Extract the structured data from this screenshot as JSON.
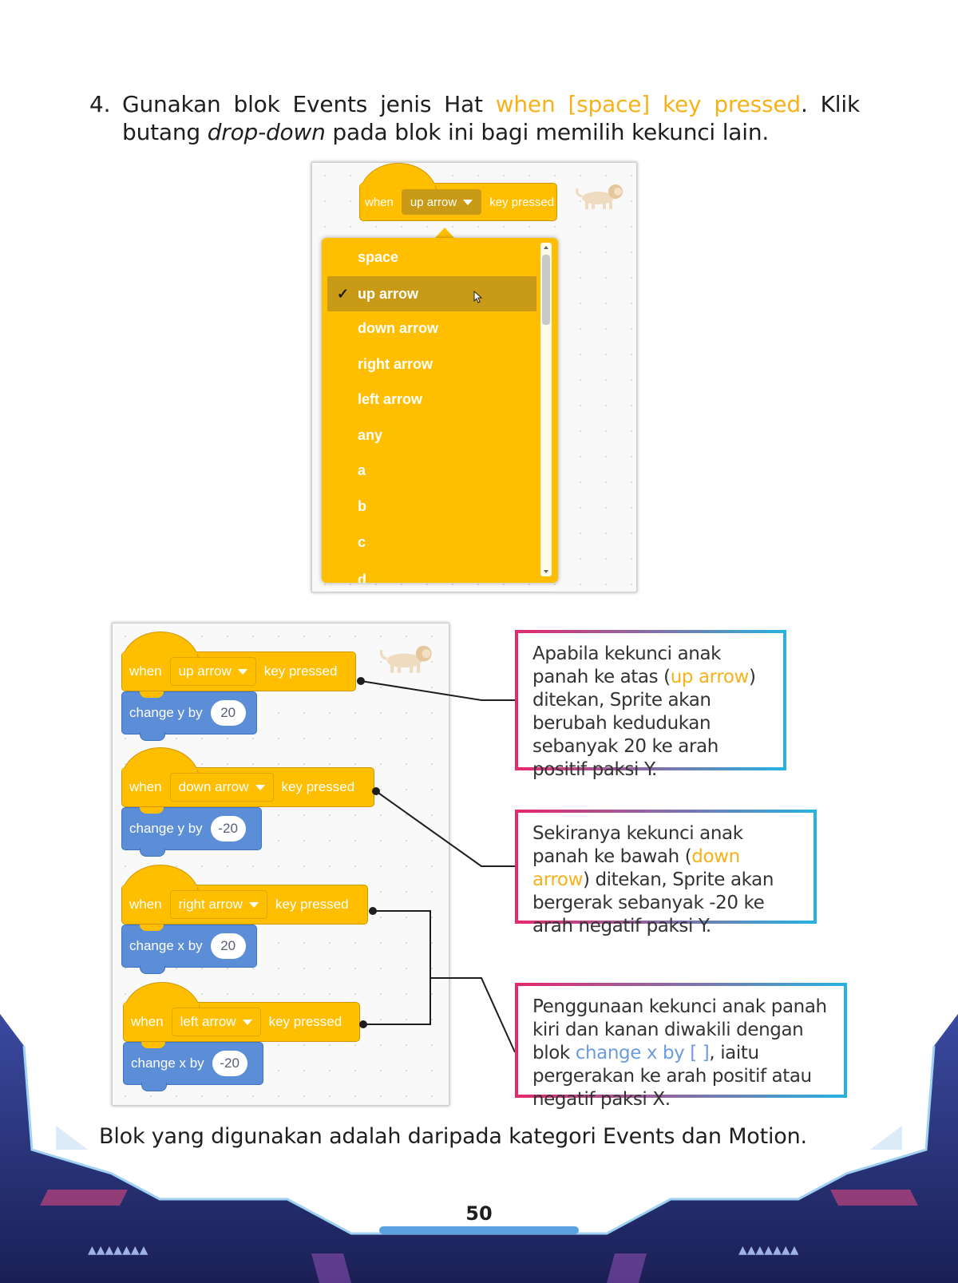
{
  "instruction": {
    "number": "4.",
    "text_1": "Gunakan blok Events jenis Hat ",
    "highlight": "when [space] key pressed",
    "text_2": ". Klik butang ",
    "italic": "drop-down",
    "text_3": " pada blok ini bagi memilih kekunci lain."
  },
  "top_panel": {
    "hat_when": "when",
    "hat_dropdown": "up arrow",
    "hat_key_pressed": "key pressed",
    "menu_items": [
      "space",
      "up arrow",
      "down arrow",
      "right arrow",
      "left arrow",
      "any",
      "a",
      "b",
      "c",
      "d"
    ],
    "selected_item": "up arrow",
    "check_mark": "✓"
  },
  "scripts": [
    {
      "when": "when",
      "key": "up arrow",
      "pressed": "key pressed",
      "motion": "change y by",
      "value": "20"
    },
    {
      "when": "when",
      "key": "down arrow",
      "pressed": "key pressed",
      "motion": "change y by",
      "value": "-20"
    },
    {
      "when": "when",
      "key": "right arrow",
      "pressed": "key pressed",
      "motion": "change x by",
      "value": "20"
    },
    {
      "when": "when",
      "key": "left arrow",
      "pressed": "key pressed",
      "motion": "change x by",
      "value": "-20"
    }
  ],
  "callouts": [
    {
      "t1": "Apabila kekunci anak panah ke atas (",
      "hl": "up arrow",
      "t2": ") ditekan, Sprite akan berubah kedudukan sebanyak 20 ke arah positif paksi Y."
    },
    {
      "t1": "Sekiranya kekunci anak panah ke bawah (",
      "hl": "down arrow",
      "t2": ") ditekan, Sprite akan bergerak sebanyak -20 ke arah negatif paksi Y."
    },
    {
      "t1": "Penggunaan kekunci anak panah kiri dan kanan diwakili dengan blok ",
      "hl": "change x by [ ]",
      "t2": ", iaitu pergerakan ke arah positif atau negatif paksi X."
    }
  ],
  "summary": "Blok yang digunakan adalah daripada kategori Events dan Motion.",
  "page_number": "50",
  "colors": {
    "events": "#ffbf00",
    "motion": "#5b8ed6",
    "highlight": "#f7b21b",
    "highlight_blue": "#6b9be0"
  }
}
